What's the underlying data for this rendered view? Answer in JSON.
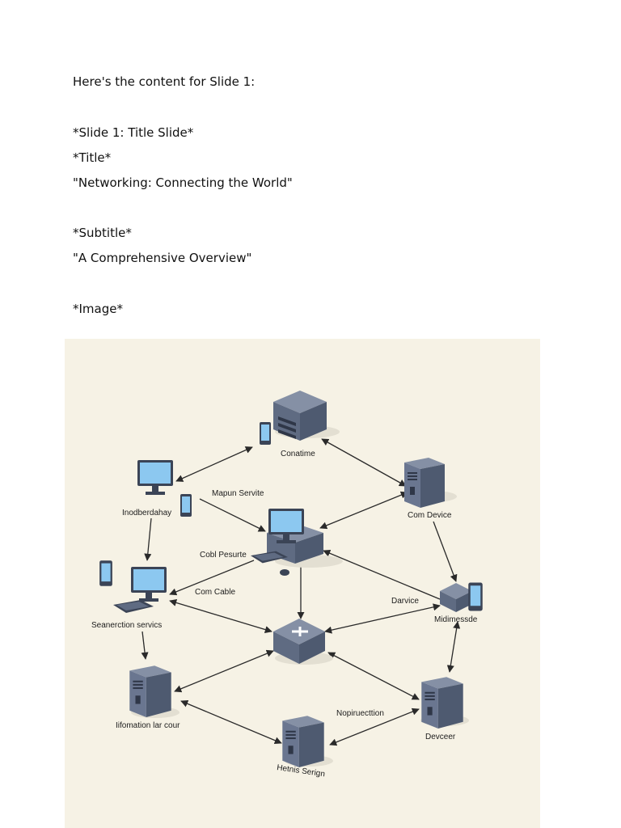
{
  "document": {
    "intro": "Here's the content for Slide 1:",
    "slide_heading": "*Slide 1: Title Slide*",
    "title_heading": "*Title*",
    "title_text": "\"Networking: Connecting the World\"",
    "subtitle_heading": "*Subtitle*",
    "subtitle_text": "\"A Comprehensive Overview\"",
    "image_heading": "*Image*"
  },
  "diagram": {
    "labels": {
      "top_server": "Conatime",
      "top_left_monitor": "Inodberdahay",
      "map_service": "Mapun Servite",
      "right_tower": "Com Device",
      "center_left": "Cobl Pesurte",
      "com_cable": "Com Cable",
      "left_workstation": "Seanerction  servics",
      "darvice": "Darvice",
      "right_mid": "Midimessde",
      "bottom_left_tower": "Iifomation lar cour",
      "nopiruecttion": "Nopiruecttion",
      "bottom_right_tower": "Devceer",
      "bottom_tower": "Hetnis Serign"
    },
    "colors": {
      "background": "#f6f2e5",
      "device_dark": "#4e5a70",
      "device_mid": "#5f6b82",
      "device_light": "#8590a5",
      "screen": "#8cc8f0",
      "arrow": "#2a2a2a"
    }
  }
}
